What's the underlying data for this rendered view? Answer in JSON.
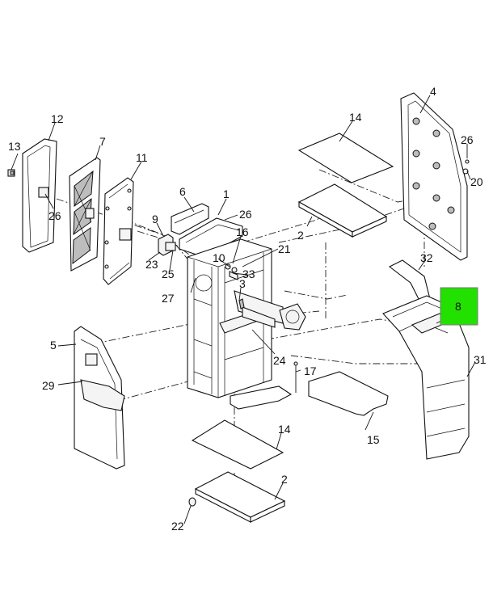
{
  "callouts": [
    {
      "id": "1",
      "text": "1"
    },
    {
      "id": "2a",
      "text": "2"
    },
    {
      "id": "2b",
      "text": "2"
    },
    {
      "id": "3",
      "text": "3"
    },
    {
      "id": "4",
      "text": "4"
    },
    {
      "id": "5",
      "text": "5"
    },
    {
      "id": "6",
      "text": "6"
    },
    {
      "id": "7",
      "text": "7"
    },
    {
      "id": "8",
      "text": "8"
    },
    {
      "id": "9",
      "text": "9"
    },
    {
      "id": "10",
      "text": "10"
    },
    {
      "id": "11",
      "text": "11"
    },
    {
      "id": "12",
      "text": "12"
    },
    {
      "id": "13",
      "text": "13"
    },
    {
      "id": "14a",
      "text": "14"
    },
    {
      "id": "14b",
      "text": "14"
    },
    {
      "id": "15",
      "text": "15"
    },
    {
      "id": "16",
      "text": "16"
    },
    {
      "id": "17",
      "text": "17"
    },
    {
      "id": "20",
      "text": "20"
    },
    {
      "id": "21",
      "text": "21"
    },
    {
      "id": "22",
      "text": "22"
    },
    {
      "id": "23",
      "text": "23"
    },
    {
      "id": "24",
      "text": "24"
    },
    {
      "id": "25",
      "text": "25"
    },
    {
      "id": "26a",
      "text": "26"
    },
    {
      "id": "26b",
      "text": "26"
    },
    {
      "id": "26c",
      "text": "26"
    },
    {
      "id": "27",
      "text": "27"
    },
    {
      "id": "29",
      "text": "29"
    },
    {
      "id": "31",
      "text": "31"
    },
    {
      "id": "32",
      "text": "32"
    },
    {
      "id": "33",
      "text": "33"
    }
  ],
  "highlight": {
    "label": "8",
    "color": "#22e000"
  },
  "colors": {
    "line": "#111111",
    "background": "#ffffff"
  }
}
